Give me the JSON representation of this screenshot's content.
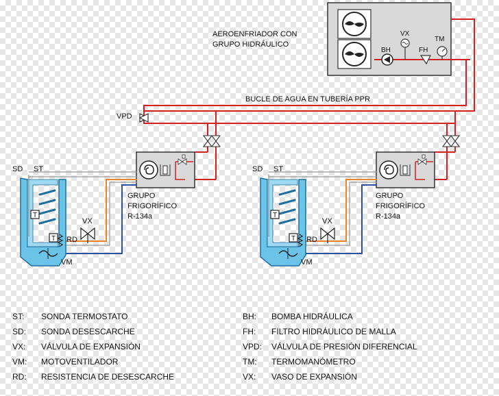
{
  "colors": {
    "supply_pipe": "#d32020",
    "return_pipe": "#d32020",
    "orange_line": "#e8852a",
    "blue_line": "#2e4fa0",
    "gray_line": "#999999",
    "case_fill": "#6cc3e8",
    "case_dark": "#1f6f9e"
  },
  "labels": {
    "aero_line1": "AEROENFRIADOR CON",
    "aero_line2": "GRUPO HIDRÁULICO",
    "bucle": "BUCLE DE AGUA EN TUBERÍA PPR",
    "vpd": "VPD",
    "vx_top": "VX",
    "tm_top": "TM",
    "bh_top": "BH",
    "fh_top": "FH"
  },
  "units": [
    {
      "sd": "SD",
      "st": "ST",
      "t_upper": "T",
      "t_lower": "T",
      "rd": "RD",
      "vx": "VX",
      "vm": "VM",
      "grupo_line1": "GRUPO",
      "grupo_line2": "FRIGORÍFICO",
      "grupo_line3": "R-134a"
    },
    {
      "sd": "SD",
      "st": "ST",
      "t_upper": "T",
      "t_lower": "T",
      "rd": "RD",
      "vx": "VX",
      "vm": "VM",
      "grupo_line1": "GRUPO",
      "grupo_line2": "FRIGORÍFICO",
      "grupo_line3": "R-134a"
    }
  ],
  "legend_left": [
    {
      "abbr": "ST:",
      "desc": "SONDA TERMOSTATO"
    },
    {
      "abbr": "SD:",
      "desc": "SONDA DESESCARCHE"
    },
    {
      "abbr": "VX:",
      "desc": "VÁLVULA DE EXPANSIÓN"
    },
    {
      "abbr": "VM:",
      "desc": "MOTOVENTILADOR"
    },
    {
      "abbr": "RD:",
      "desc": "RESISTENCIA DE DESESCARCHE"
    }
  ],
  "legend_right": [
    {
      "abbr": "BH:",
      "desc": "BOMBA HIDRÁULICA"
    },
    {
      "abbr": "FH:",
      "desc": "FILTRO HIDRÁULICO DE MALLA"
    },
    {
      "abbr": "VPD:",
      "desc": "VÁLVULA DE PRESIÓN DIFERENCIAL"
    },
    {
      "abbr": "TM:",
      "desc": "TERMOMANÓMETRO"
    },
    {
      "abbr": "VX:",
      "desc": "VASO DE EXPANSIÓN"
    }
  ]
}
